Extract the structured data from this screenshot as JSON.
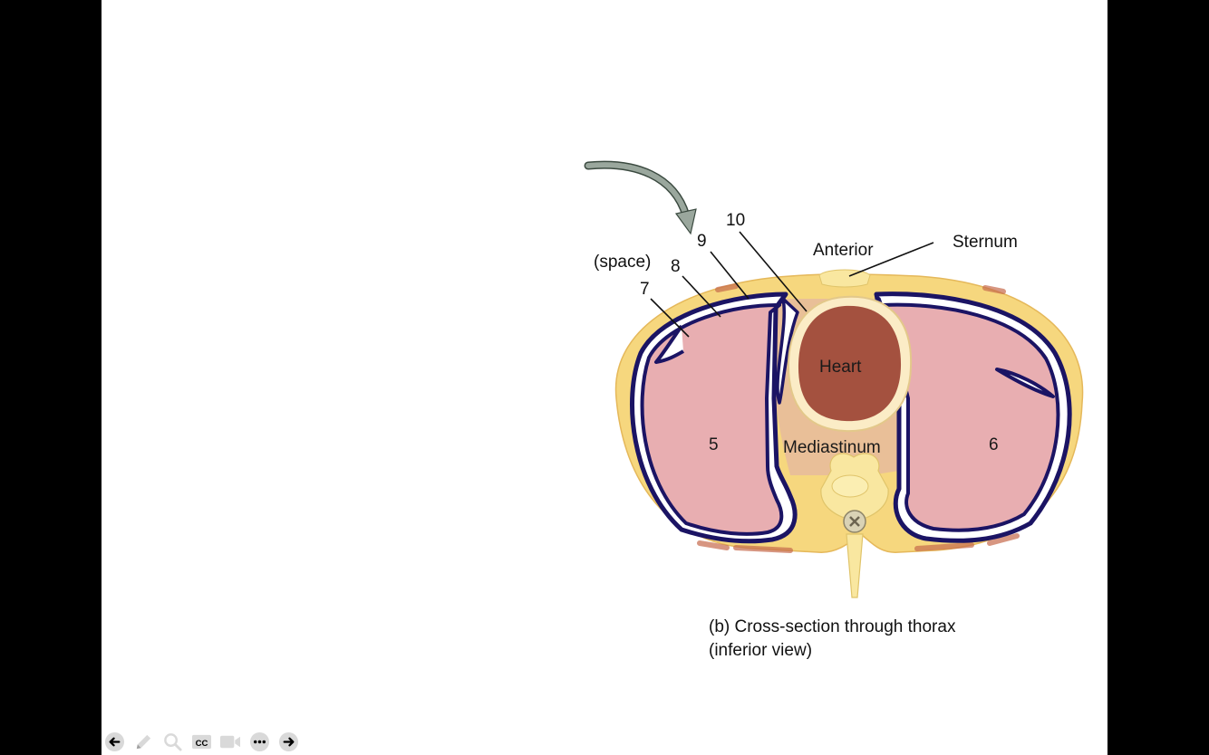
{
  "labels": {
    "n10": "10",
    "n9": "9",
    "n8": "8",
    "n7": "7",
    "space": "(space)",
    "anterior": "Anterior",
    "sternum": "Sternum",
    "heart": "Heart",
    "mediastinum": "Mediastinum",
    "n5": "5",
    "n6": "6"
  },
  "caption": {
    "line1": "(b) Cross-section through thorax",
    "line2": "(inferior view)"
  },
  "toolbar": {
    "items": [
      "previous-slide",
      "pen",
      "zoom",
      "closed-captions",
      "camera",
      "more",
      "next-slide"
    ]
  },
  "colors": {
    "page": "#000000",
    "slide": "#ffffff",
    "ribcage": "#f6d77e",
    "lung": "#e8aeb1",
    "pleura": "#1b1464",
    "heart": "#a4513f",
    "mediastinum": "#e9bf98",
    "arrow": "#9aa79d"
  }
}
